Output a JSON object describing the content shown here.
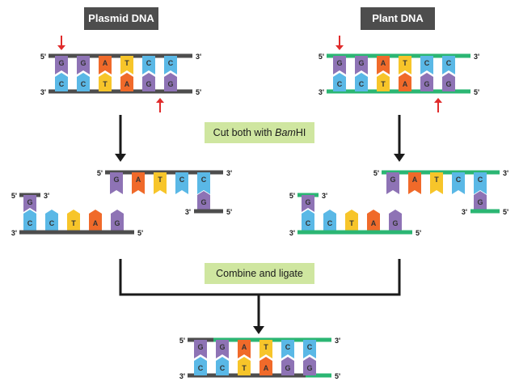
{
  "titles": {
    "plasmid": "Plasmid DNA",
    "plant": "Plant DNA"
  },
  "steps": {
    "cut_prefix": "Cut both with ",
    "cut_enzyme": "Bam",
    "cut_suffix": "HI",
    "combine": "Combine and ligate"
  },
  "strand_ends": {
    "five": "5'",
    "three": "3'"
  },
  "sequence": {
    "top": [
      "G",
      "G",
      "A",
      "T",
      "C",
      "C"
    ],
    "bottom": [
      "C",
      "C",
      "T",
      "A",
      "G",
      "G"
    ]
  },
  "colors": {
    "G": "#8e73b5",
    "C": "#5ab8e6",
    "A": "#f06a2a",
    "T": "#f7c52a",
    "plasmid_backbone": "#4d4d4d",
    "plant_backbone": "#2bb673",
    "cut_arrow": "#e02b2b",
    "step_box": "#cfe6a0",
    "title_box": "#4d4d4d"
  }
}
